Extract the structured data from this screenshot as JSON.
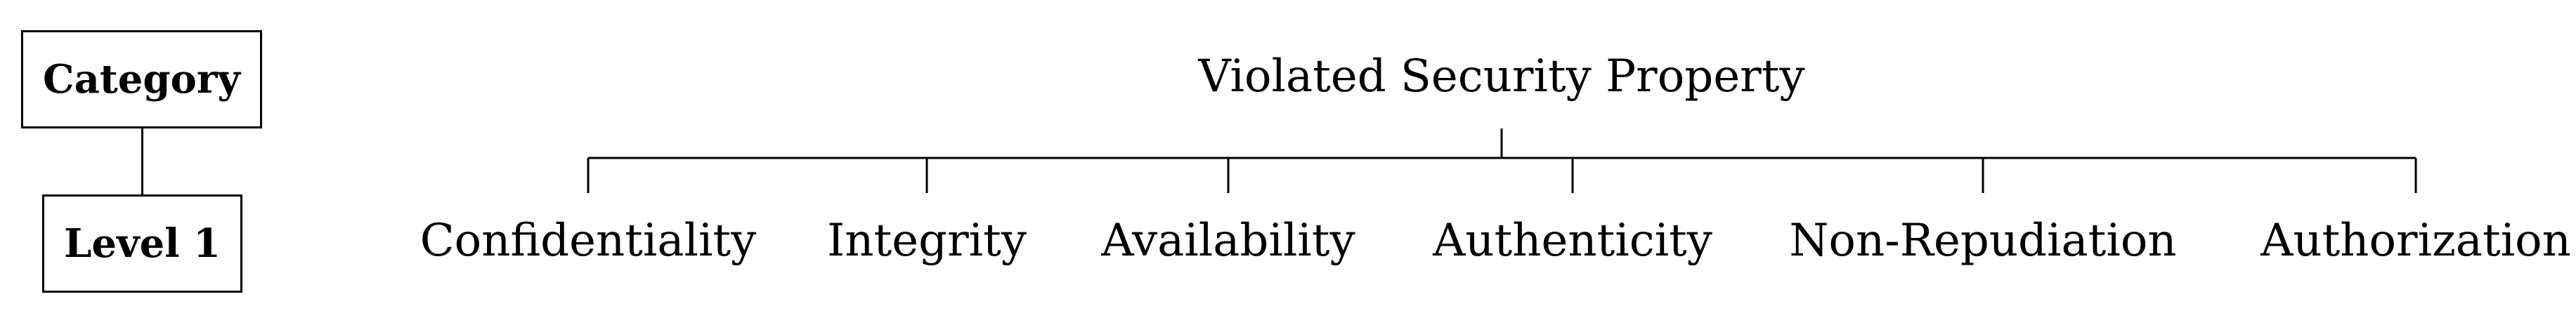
{
  "legend": {
    "category_label": "Category",
    "level_label": "Level 1"
  },
  "taxonomy": {
    "root": "Violated Security Property",
    "children": [
      "Confidentiality",
      "Integrity",
      "Availability",
      "Authenticity",
      "Non-Repudiation",
      "Authorization"
    ]
  }
}
